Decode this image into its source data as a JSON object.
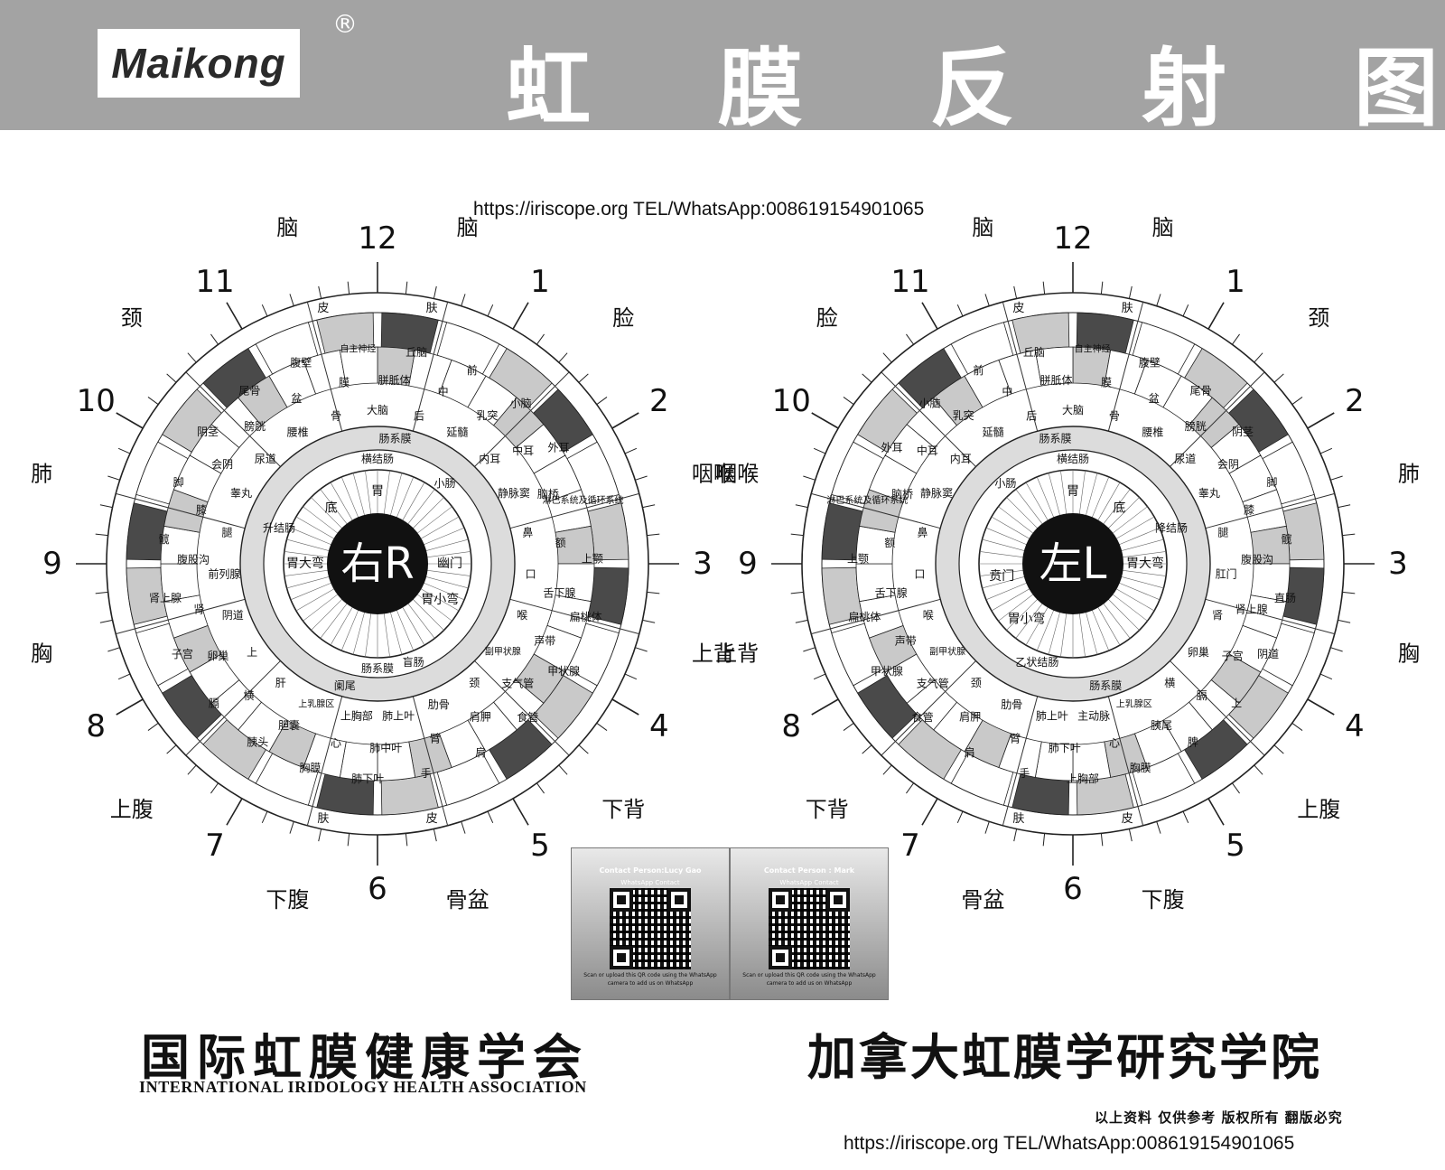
{
  "header": {
    "logo": "Maikong",
    "registered_mark": "®",
    "title": "虹 膜 反 射 图"
  },
  "url_text": "https://iriscope.org TEL/WhatsApp:008619154901065",
  "charts": {
    "right": {
      "center_label": "右R",
      "clock_numbers": [
        "12",
        "1",
        "2",
        "3",
        "4",
        "5",
        "6",
        "7",
        "8",
        "9",
        "10",
        "11"
      ],
      "outer_labels": [
        "脑",
        "脑",
        "脸",
        "咽喉",
        "上背",
        "下背",
        "骨盆",
        "下腹",
        "上腹",
        "胸",
        "肺",
        "颈"
      ],
      "skin_labels": [
        "皮",
        "肤",
        "皮",
        "肤"
      ],
      "stomach_labels": [
        "胃",
        "底",
        "胃大弯",
        "幽门",
        "胃小弯"
      ],
      "intestine_labels": [
        "横结肠",
        "肠系膜",
        "升结肠",
        "小肠",
        "盲肠",
        "阑尾",
        "肠系膜"
      ],
      "zone_labels": [
        "大脑",
        "胼胝体",
        "丘脑",
        "后",
        "中",
        "前",
        "延髓",
        "乳突",
        "小脑",
        "内耳",
        "中耳",
        "外耳",
        "静脉窦",
        "脑桥",
        "淋巴系统及循环系统",
        "鼻",
        "额",
        "上颚",
        "口",
        "舌下腺",
        "扁桃体",
        "喉",
        "声带",
        "甲状腺",
        "副甲状腺",
        "支气管",
        "食管",
        "颈",
        "肩胛",
        "肩",
        "肋骨",
        "臂",
        "手",
        "肺上叶",
        "肺中叶",
        "肺下叶",
        "上胸部",
        "心",
        "胸膜",
        "上乳腺区",
        "胆囊",
        "胰头",
        "肝",
        "横",
        "膈",
        "上",
        "卵巢",
        "子宫",
        "阴道",
        "肾",
        "肾上腺",
        "前列腺",
        "腹股沟",
        "髋",
        "腿",
        "膝",
        "脚",
        "睾丸",
        "会阴",
        "阴茎",
        "尿道",
        "膀胱",
        "尾骨",
        "腰椎",
        "盆",
        "腹壁",
        "骨",
        "膜",
        "自主神经"
      ]
    },
    "left": {
      "center_label": "左L",
      "clock_numbers": [
        "12",
        "1",
        "2",
        "3",
        "4",
        "5",
        "6",
        "7",
        "8",
        "9",
        "10",
        "11"
      ],
      "outer_labels": [
        "脑",
        "脑",
        "颈",
        "肺",
        "胸",
        "上腹",
        "下腹",
        "骨盆",
        "下背",
        "上背",
        "咽喉",
        "脸"
      ],
      "skin_labels": [
        "皮",
        "肤",
        "皮",
        "肤"
      ],
      "stomach_labels": [
        "胃",
        "底",
        "胃大弯",
        "贲门",
        "胃小弯"
      ],
      "intestine_labels": [
        "横结肠",
        "肠系膜",
        "降结肠",
        "小肠",
        "乙状结肠",
        "肠系膜"
      ],
      "zone_labels": [
        "大脑",
        "胼胝体",
        "丘脑",
        "后",
        "中",
        "前",
        "延髓",
        "乳突",
        "小脑",
        "内耳",
        "中耳",
        "外耳",
        "静脉窦",
        "脑桥",
        "淋巴系统及循环系统",
        "鼻",
        "额",
        "上颚",
        "口",
        "舌下腺",
        "扁桃体",
        "喉",
        "声带",
        "甲状腺",
        "副甲状腺",
        "支气管",
        "食管",
        "颈",
        "肩胛",
        "肩",
        "肋骨",
        "臂",
        "手",
        "肺上叶",
        "肺下叶",
        "上胸部",
        "主动脉",
        "心",
        "胸膜",
        "上乳腺区",
        "胰尾",
        "脾",
        "横",
        "膈",
        "上",
        "卵巢",
        "子宫",
        "阴道",
        "肾",
        "肾上腺",
        "直肠",
        "肛门",
        "腹股沟",
        "髋",
        "腿",
        "膝",
        "脚",
        "睾丸",
        "会阴",
        "阴茎",
        "尿道",
        "膀胱",
        "尾骨",
        "腰椎",
        "盆",
        "腹壁",
        "骨",
        "膜",
        "自主神经"
      ]
    }
  },
  "qr_cards": [
    {
      "title": "Contact Person:Lucy Gao",
      "subtitle": "WhatsApp Contact",
      "note": "Scan or upload this QR code using the WhatsApp camera to add us on WhatsApp"
    },
    {
      "title": "Contact Person : Mark",
      "subtitle": "WhatsApp Contact",
      "note": "Scan or upload this QR code using the WhatsApp camera to add us on WhatsApp"
    }
  ],
  "footer": {
    "org_cn_left": "国际虹膜健康学会",
    "org_en_left": "INTERNATIONAL IRIDOLOGY HEALTH ASSOCIATION",
    "org_cn_right": "加拿大虹膜学研究学院",
    "copyright": "以上资料 仅供参考 版权所有 翻版必究"
  },
  "colors": {
    "banner": "#a3a3a3",
    "band_dark": "#4a4a4a",
    "band_mid": "#c9c9c9",
    "pupil": "#111111"
  }
}
